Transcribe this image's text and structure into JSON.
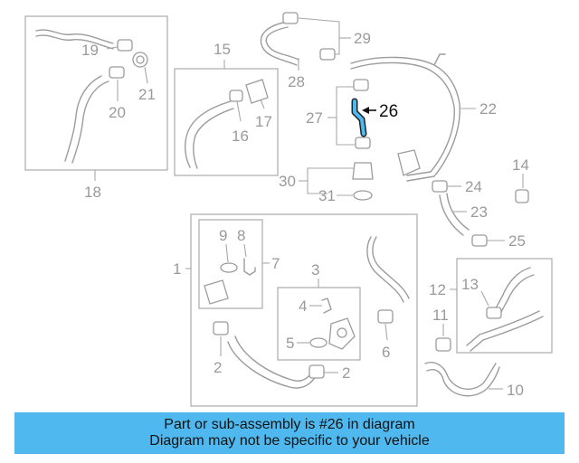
{
  "callouts": {
    "c1": "1",
    "c2a": "2",
    "c2b": "2",
    "c3": "3",
    "c4": "4",
    "c5": "5",
    "c6": "6",
    "c7": "7",
    "c8": "8",
    "c9": "9",
    "c10": "10",
    "c11": "11",
    "c12": "12",
    "c13": "13",
    "c14": "14",
    "c15": "15",
    "c16": "16",
    "c17": "17",
    "c18": "18",
    "c19": "19",
    "c20": "20",
    "c21": "21",
    "c22": "22",
    "c23": "23",
    "c24": "24",
    "c25": "25",
    "c26": "26",
    "c27": "27",
    "c28": "28",
    "c29": "29",
    "c30": "30",
    "c31": "31"
  },
  "highlight": {
    "part_number": "26",
    "color": "#4fb9ef"
  },
  "banner": {
    "line1": "Part or sub-assembly is #26 in diagram",
    "line2": "Diagram may not be specific to your vehicle",
    "background": "#4fb9ef"
  }
}
